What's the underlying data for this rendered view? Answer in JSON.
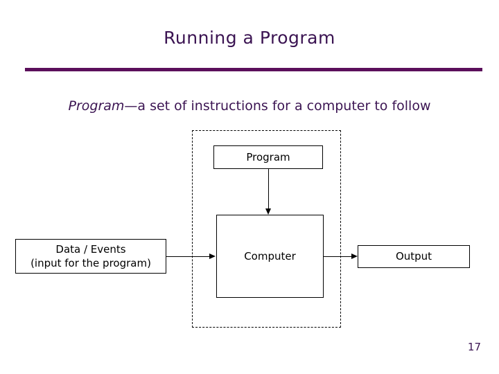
{
  "slide": {
    "title": "Running a Program",
    "subtitle_emphasis": "Program",
    "subtitle_rest": "—a set of instructions for a computer to follow",
    "page_number": "17",
    "accent_color": "#5b0f5b",
    "title_color": "#3b1452"
  },
  "diagram": {
    "program_box": "Program",
    "computer_box": "Computer",
    "data_box_line1": "Data / Events",
    "data_box_line2": "(input for the program)",
    "output_box": "Output"
  }
}
